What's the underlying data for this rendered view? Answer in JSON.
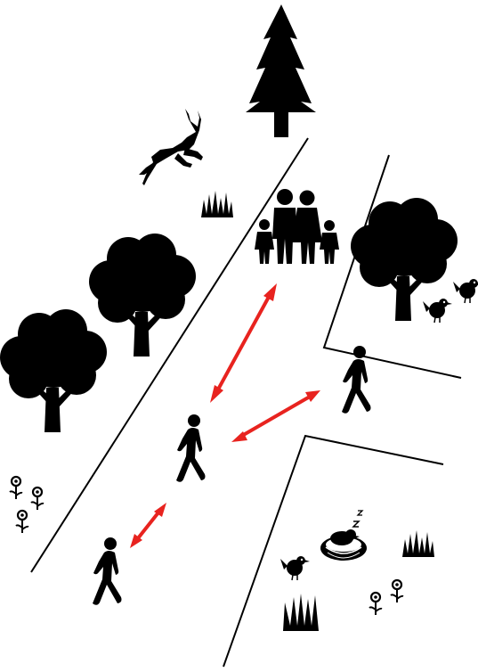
{
  "scene": {
    "background": "#ffffff",
    "ink_color": "#000000",
    "arrow_color": "#e8231f",
    "icons": [
      "pine-tree-icon",
      "deer-icon",
      "grass-icon",
      "family-icon",
      "broadleaf-tree-icon",
      "bird-icon",
      "walking-person-icon",
      "flower-icon",
      "nest-icon",
      "sleeping-bird-icon"
    ],
    "arrows": [
      "walker-to-family-arrow",
      "side-walker-to-walker-arrow",
      "walker-to-rear-walker-arrow"
    ]
  }
}
